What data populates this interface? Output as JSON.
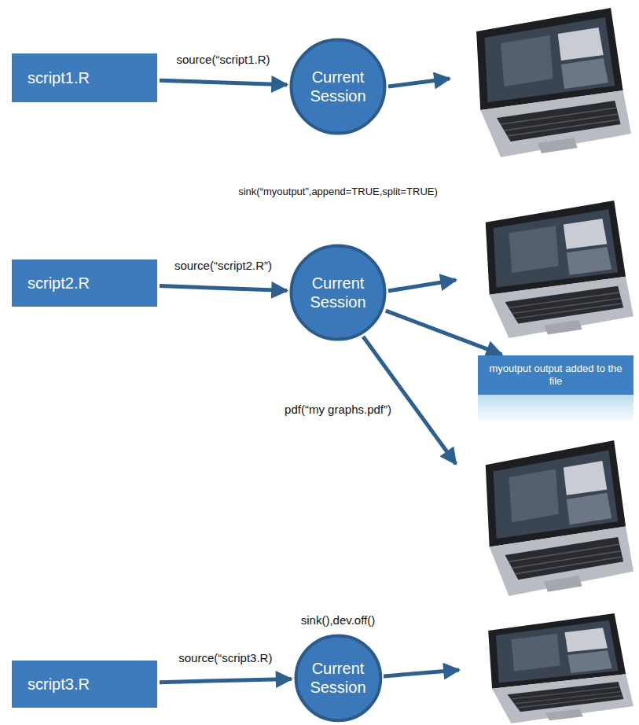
{
  "diagram": {
    "nodes": [
      {
        "text": [
          "script1.R"
        ]
      },
      {
        "text": [
          "Current Session"
        ]
      },
      {
        "text": [
          "script2.R"
        ]
      },
      {
        "text": [
          "Current Session"
        ]
      },
      {
        "text": [
          "myoutput output added to the file"
        ]
      },
      {
        "text": [
          "script3.R"
        ]
      },
      {
        "text": [
          "Current Session"
        ]
      }
    ],
    "edges": [
      {
        "from": 0,
        "to": 1,
        "arrow": "to",
        "label": "source(“script1.R)"
      },
      {
        "from": 2,
        "to": 3,
        "arrow": "to",
        "label": "source(“script2.R”)"
      },
      {
        "from": 3,
        "to": 4,
        "arrow": "to"
      },
      {
        "from": 5,
        "to": 6,
        "arrow": "to",
        "label": "source(“script3.R)"
      }
    ],
    "labels": [
      "sink(“myoutput”,append=TRUE,split=TRUE)",
      "pdf(“my graphs.pdf”)",
      "sink(),dev.off()"
    ]
  }
}
